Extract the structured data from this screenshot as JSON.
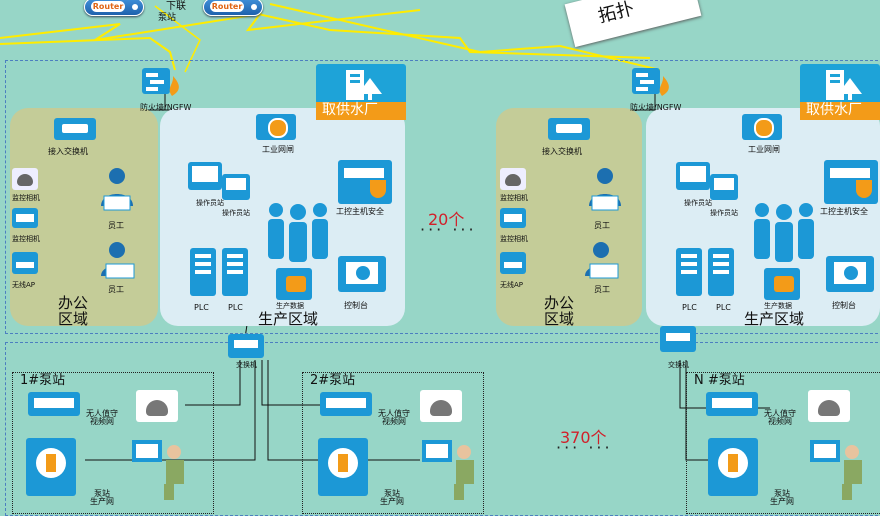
{
  "top": {
    "router_label": "Router",
    "downlink": "下联",
    "pump_station_bottom": "泵站"
  },
  "corner_sign": "拓扑",
  "plant": {
    "firewall": "防火墙/NGFW",
    "water_supply_plant": "取供水厂",
    "access_switch": "接入交换机",
    "industrial_gateway": "工业网闸",
    "camera_1": "监控相机",
    "camera_2": "监控相机",
    "wifi_ap": "无线AP",
    "staff_1": "员工",
    "staff_2": "员工",
    "operator_station": "操作员站",
    "host_security": "工控主机安全",
    "plc_1": "PLC",
    "plc_2": "PLC",
    "production_data": "生产数据",
    "control_console": "控制台",
    "office_zone": "办公\n区域",
    "production_zone": "生产区域",
    "switch": "交换机"
  },
  "plant_count": "20个",
  "station_count": "370个",
  "ellipsis": "··· ···",
  "stations": [
    {
      "name": "1#泵站"
    },
    {
      "name": "2#泵站"
    },
    {
      "name": "N #泵站"
    }
  ],
  "station_video_label": "无人值守\n视频网",
  "station_prod_label": "泵站\n生产网",
  "colors": {
    "background": "#97d6c7",
    "office": "#c4cc98",
    "production": "#dcedf4",
    "device": "#1c98d6",
    "accent_orange": "#f39b18",
    "count_red": "#d1202a"
  }
}
